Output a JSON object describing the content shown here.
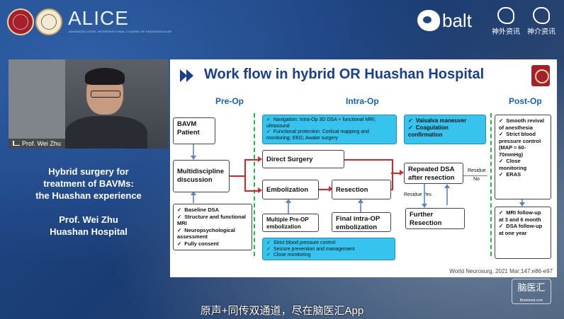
{
  "header": {
    "conference_logo": "ALICE",
    "conference_tagline": "ADVANCED LEVEL INTERVENTIONAL COURSE OF ENDOVASCULAR",
    "sponsor": "balt",
    "brand1": "神外资讯",
    "brand2": "神介资讯"
  },
  "speaker": {
    "name_tag": "Prof. Wei Zhu"
  },
  "talk": {
    "title_line1": "Hybrid surgery for",
    "title_line2": "treatment of BAVMs:",
    "title_line3": "the Huashan experience",
    "presenter": "Prof. Wei Zhu",
    "affiliation": "Huashan Hospital"
  },
  "slide": {
    "title": "Work flow in hybrid OR Huashan Hospital",
    "phases": {
      "pre": "Pre-Op",
      "intra": "Intra-Op",
      "post": "Post-Op"
    },
    "boxes": {
      "bavm": "BAVM Patient",
      "multidisc": "Multidiscipline discussion",
      "direct": "Direct Surgery",
      "embol": "Embolization",
      "resection": "Resection",
      "multi_preop": "Multiple Pre-OP embolization",
      "final_intraop": "Final intra-OP embolization",
      "repeated_dsa": "Repeated DSA after resection",
      "further": "Further Resection"
    },
    "preop_checklist": [
      "Baseline DSA",
      "Structure and functional MRI",
      "Neuropsychological assessment",
      "Fully consent"
    ],
    "intraop_top": [
      "Navigation: Intra-Op 3D DSA + functional MRI; ultrasound",
      "Functional protection: Cortical mapping and monitoring; EEG; Awake surgery"
    ],
    "intraop_right": [
      "Vaisalva maneuver",
      "Coagulation confirmation"
    ],
    "intraop_bottom": [
      "Strict blood pressure control",
      "Seizure prevention and management",
      "Close monitoring"
    ],
    "postop_1": [
      "Smooth revival of anesthesia",
      "Strict blood pressure control (MAP ≈ 60-70mmHg)",
      "Close monitoring",
      "ERAS"
    ],
    "postop_2": [
      "MRI follow-up at 3 and 6 month",
      "DSA follow-up at one year"
    ],
    "labels": {
      "residue": "Residue",
      "no": "No",
      "residue2": "Residue",
      "yes": "Yes"
    },
    "reference": "World Neurosurg. 2021 Mar;147:e86-e97"
  },
  "watermark": {
    "main": "脑医汇",
    "sub": "Brainmed.com"
  },
  "subtitle": "原声+同传双通道，尽在脑医汇App"
}
